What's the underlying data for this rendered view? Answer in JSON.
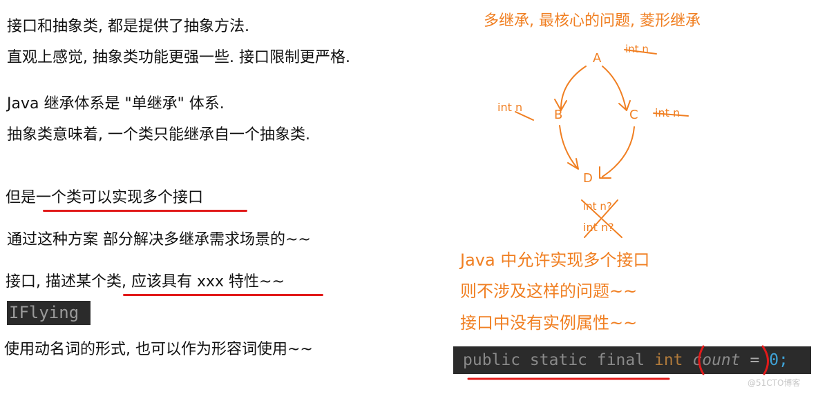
{
  "left": {
    "line1": "接口和抽象类, 都是提供了抽象方法.",
    "line2": "直观上感觉, 抽象类功能更强一些. 接口限制更严格.",
    "line3": "Java 继承体系是 \"单继承\" 体系.",
    "line4": "抽象类意味着, 一个类只能继承自一个抽象类.",
    "line5": "但是一个类可以实现多个接口",
    "line6": "通过这种方案 部分解决多继承需求场景的~~",
    "line7": "接口, 描述某个类, 应该具有 xxx 特性~~",
    "code_chip": "IFlying",
    "line8": "使用动名词的形式, 也可以作为形容词使用~~"
  },
  "right": {
    "title": "多继承, 最核心的问题, 菱形继承",
    "node_a": "A",
    "node_b": "B",
    "node_c": "C",
    "node_d": "D",
    "note_a": "int n",
    "note_b": "int n",
    "note_c": "int n",
    "note_d1": "int n?",
    "note_d2": "int n?",
    "line1": "Java 中允许实现多个接口",
    "line2": "则不涉及这样的问题~~",
    "line3": "接口中没有实例属性~~"
  },
  "code": {
    "kw": "public static final",
    "type": "int",
    "var": "count",
    "op": "=",
    "val": "0;"
  },
  "watermark": "@51CTO博客",
  "colors": {
    "orange": "#f07f22",
    "red": "#e11a1a",
    "code_bg": "#2b2b2b"
  }
}
